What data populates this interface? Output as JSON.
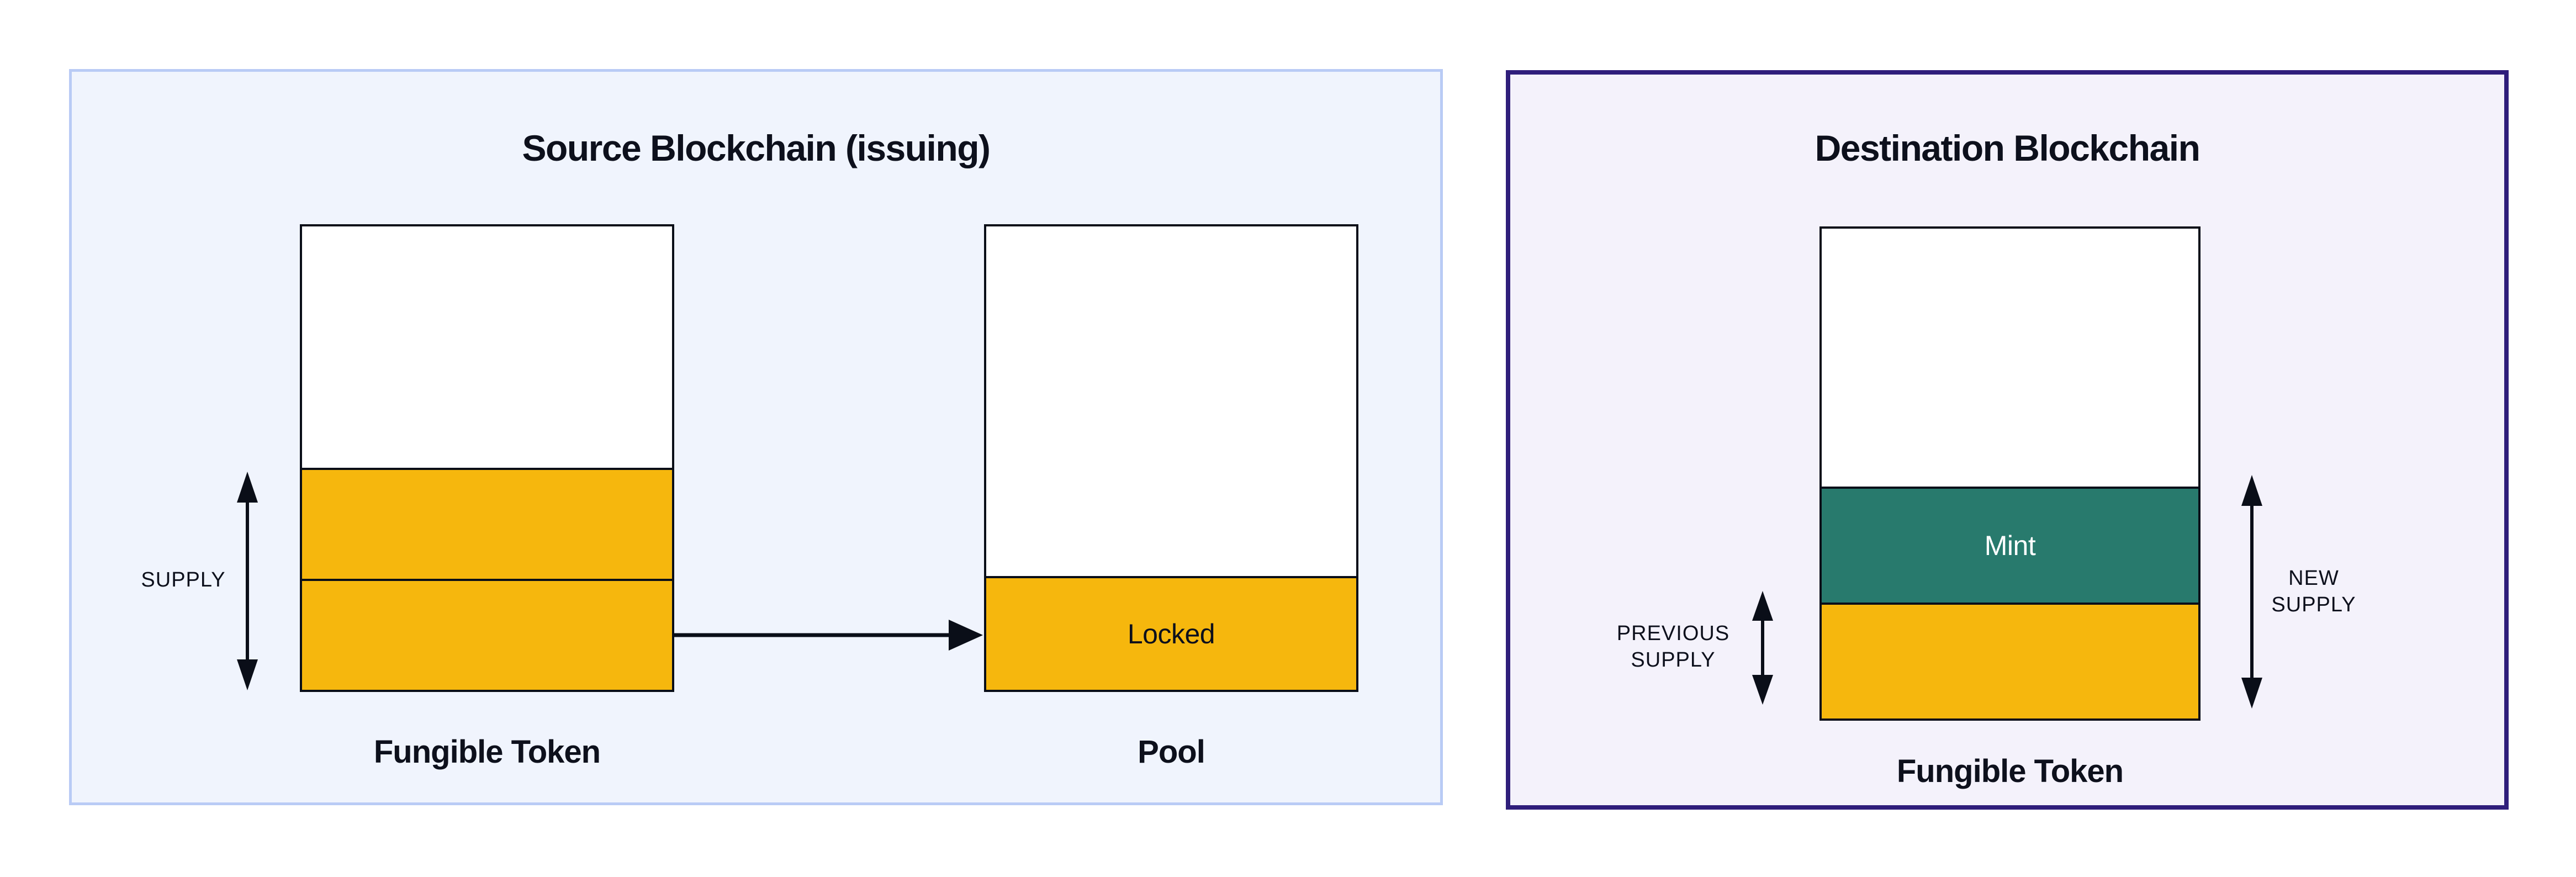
{
  "diagram": {
    "description_hint": "lock-and-mint token bridge diagram"
  },
  "source_panel": {
    "title": "Source Blockchain (issuing)",
    "supply_label": "SUPPLY",
    "token_box": {
      "label": "Fungible Token"
    },
    "pool_box": {
      "label": "Pool",
      "locked_label": "Locked"
    }
  },
  "destination_panel": {
    "title": "Destination Blockchain",
    "mint_label": "Mint",
    "previous_supply": [
      "PREVIOUS",
      "SUPPLY"
    ],
    "new_supply": [
      "NEW",
      "SUPPLY"
    ],
    "token_box": {
      "label": "Fungible Token"
    }
  },
  "colors": {
    "page_bg": "#FFFFFF",
    "source_panel_bg": "#F0F4FD",
    "source_panel_border": "#B9CBF5",
    "dest_panel_bg": "#F4F2FB",
    "dest_panel_border": "#2F1E7B",
    "token_yellow": "#F6B70D",
    "mint_teal": "#287A6D",
    "outline": "#0A0E18",
    "text": "#0D101C",
    "box_bg": "#FFFFFF",
    "mint_text": "#FFFFFF"
  }
}
